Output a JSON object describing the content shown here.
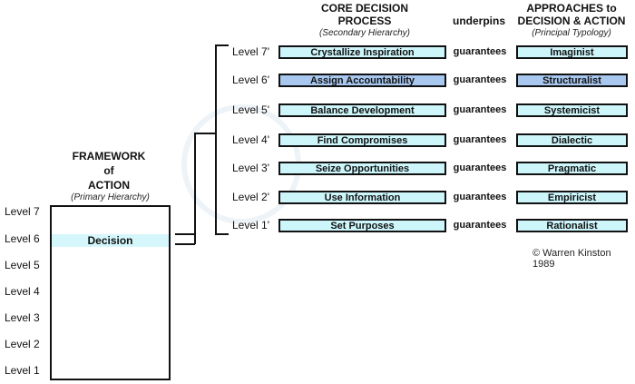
{
  "colors": {
    "box_fill": "#cdf6fb",
    "box_highlight": "#a9c8f0",
    "decision_band": "#d5f7fb",
    "border": "#111111"
  },
  "headers": {
    "process_title_1": "CORE DECISION",
    "process_title_2": "PROCESS",
    "process_sub": "(Secondary Hierarchy)",
    "verb_header": "underpins",
    "approach_title_1": "APPROACHES to",
    "approach_title_2": "DECISION & ACTION",
    "approach_sub": "(Principal Typology)"
  },
  "framework": {
    "title_1": "FRAMEWORK",
    "title_2": "of",
    "title_3": "ACTION",
    "sub": "(Primary Hierarchy)",
    "decision_label": "Decision",
    "levels": [
      "Level 7",
      "Level 6",
      "Level 5",
      "Level 4",
      "Level 3",
      "Level 2",
      "Level 1"
    ]
  },
  "rows": [
    {
      "level": "Level 7'",
      "process": "Crystallize Inspiration",
      "verb": "guarantees",
      "approach": "Imaginist",
      "highlight": false
    },
    {
      "level": "Level 6'",
      "process": "Assign Accountability",
      "verb": "guarantees",
      "approach": "Structuralist",
      "highlight": true
    },
    {
      "level": "Level 5'",
      "process": "Balance Development",
      "verb": "guarantees",
      "approach": "Systemicist",
      "highlight": false
    },
    {
      "level": "Level 4'",
      "process": "Find Compromises",
      "verb": "guarantees",
      "approach": "Dialectic",
      "highlight": false
    },
    {
      "level": "Level 3'",
      "process": "Seize Opportunities",
      "verb": "guarantees",
      "approach": "Pragmatic",
      "highlight": false
    },
    {
      "level": "Level 2'",
      "process": "Use Information",
      "verb": "guarantees",
      "approach": "Empiricist",
      "highlight": false
    },
    {
      "level": "Level 1'",
      "process": "Set Purposes",
      "verb": "guarantees",
      "approach": "Rationalist",
      "highlight": false
    }
  ],
  "copyright": "© Warren Kinston 1989"
}
